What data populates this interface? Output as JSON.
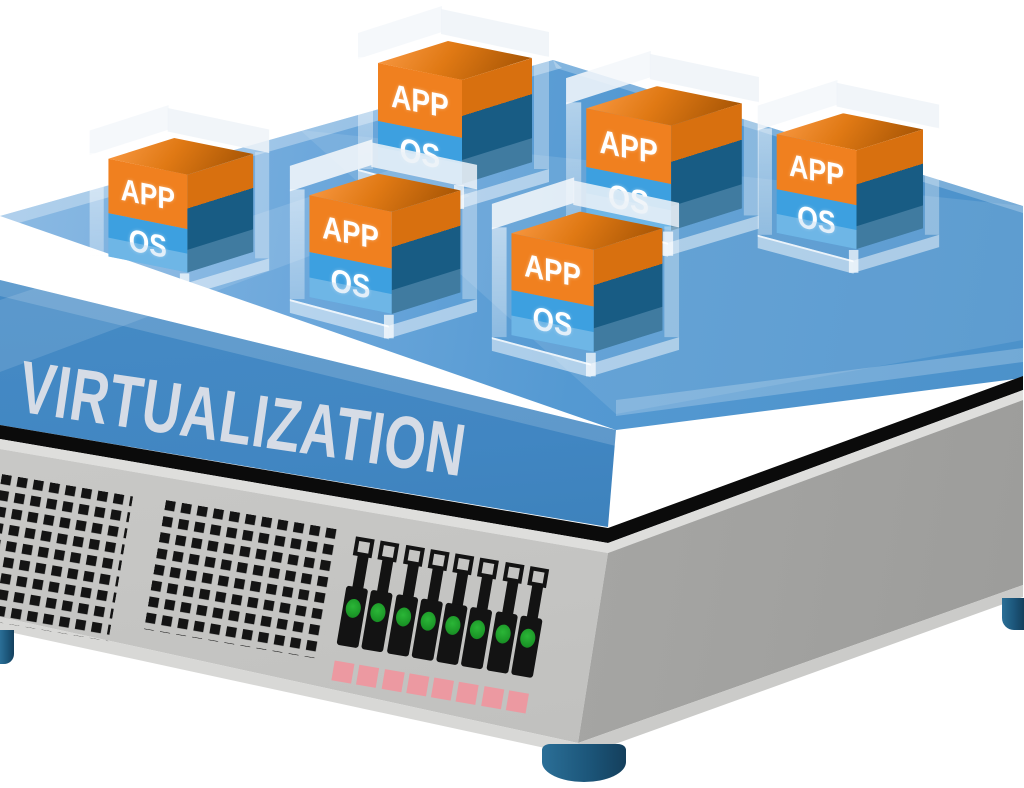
{
  "title": "Server virtualization diagram",
  "platform": {
    "label": "VIRTUALIZATION",
    "label_color": "#d6dce6",
    "top_color": "#5a9fd4",
    "front_color": "#4186c2"
  },
  "boxes": {
    "count": 6,
    "app_color": "#f0801f",
    "os_color": "#3da0e0",
    "side_app_color": "#d8700f",
    "side_os_color": "#185c84",
    "items": [
      {
        "app": "APP",
        "os": "OS"
      },
      {
        "app": "APP",
        "os": "OS"
      },
      {
        "app": "APP",
        "os": "OS"
      },
      {
        "app": "APP",
        "os": "OS"
      },
      {
        "app": "APP",
        "os": "OS"
      },
      {
        "app": "APP",
        "os": "OS"
      }
    ]
  },
  "server": {
    "chassis_color": "#c6c6c4",
    "vent_grids": [
      {
        "cols": 8,
        "rows": 9
      },
      {
        "cols": 11,
        "rows": 8
      }
    ],
    "drive_bays": {
      "count": 8,
      "led_color": "#1fa12b",
      "indicator_color": "#ec99a1"
    },
    "feet_count": 3,
    "feet_color": "#1c567a"
  }
}
